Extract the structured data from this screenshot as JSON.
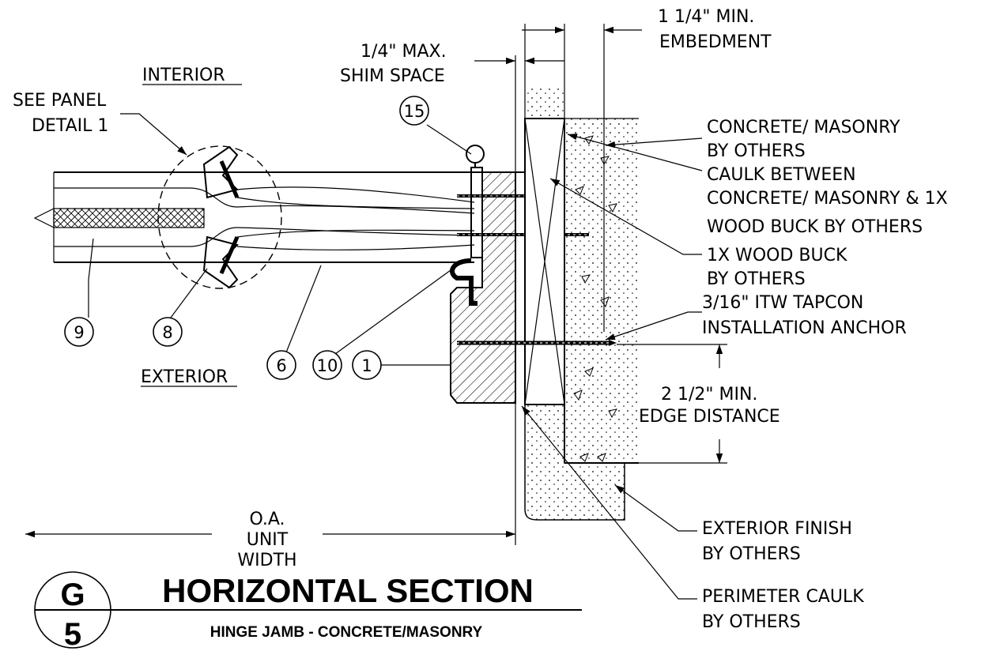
{
  "title": "HORIZONTAL SECTION",
  "subtitle": "HINGE JAMB - CONCRETE/MASONRY",
  "detail_bubble": {
    "letter": "G",
    "number": "5"
  },
  "side_labels": {
    "interior": "INTERIOR",
    "exterior": "EXTERIOR"
  },
  "see_panel": {
    "line1": "SEE PANEL",
    "line2": "DETAIL 1"
  },
  "dimensions": {
    "shim_line1": "1/4\" MAX.",
    "shim_line2": "SHIM SPACE",
    "embed_line1": "1 1/4\" MIN.",
    "embed_line2": "EMBEDMENT",
    "edge_line1": "2 1/2\" MIN.",
    "edge_line2": "EDGE DISTANCE",
    "oa_line1": "O.A.",
    "oa_line2": "UNIT",
    "oa_line3": "WIDTH"
  },
  "notes": {
    "concrete_1": "CONCRETE/ MASONRY",
    "concrete_2": "BY OTHERS",
    "caulk_1": "CAULK BETWEEN",
    "caulk_2": "CONCRETE/ MASONRY & 1X",
    "caulk_3": "WOOD BUCK BY OTHERS",
    "buck_1": "1X WOOD BUCK",
    "buck_2": "BY OTHERS",
    "anchor_1": "3/16\" ITW TAPCON",
    "anchor_2": "INSTALLATION ANCHOR",
    "finish_1": "EXTERIOR FINISH",
    "finish_2": "BY OTHERS",
    "perim_1": "PERIMETER CAULK",
    "perim_2": "BY OTHERS"
  },
  "callouts": {
    "c15": "15",
    "c9": "9",
    "c8": "8",
    "c6": "6",
    "c10": "10",
    "c1": "1"
  }
}
